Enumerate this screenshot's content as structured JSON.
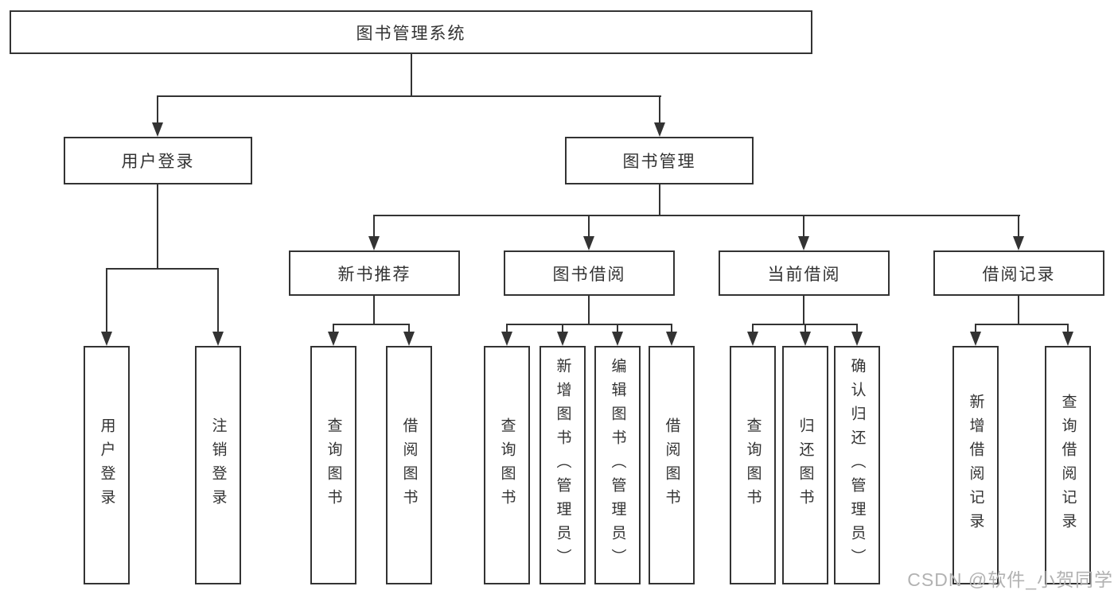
{
  "nodes": {
    "root": "图书管理系统",
    "user_login": "用户登录",
    "book_mgmt": "图书管理",
    "new_book_rec": "新书推荐",
    "book_borrow": "图书借阅",
    "current_borrow": "当前借阅",
    "borrow_records": "借阅记录",
    "leaf_user_login": "用户登录",
    "leaf_logout": "注销登录",
    "leaf_query_book_rec": "查询图书",
    "leaf_borrow_book_rec": "借阅图书",
    "leaf_query_book_borrow": "查询图书",
    "leaf_add_book": "新增图书（管理员）",
    "leaf_edit_book": "编辑图书（管理员）",
    "leaf_borrow_book_borrow": "借阅图书",
    "leaf_query_book_current": "查询图书",
    "leaf_return_book": "归还图书",
    "leaf_confirm_return": "确认归还（管理员）",
    "leaf_add_borrow_record": "新增借阅记录",
    "leaf_query_borrow_record": "查询借阅记录"
  },
  "watermark": "CSDN @软件_小贺同学",
  "colors": {
    "line": "#333333",
    "text": "#333333",
    "box_fill": "#ffffff",
    "background": "#ffffff",
    "watermark": "#b2b2b2"
  }
}
